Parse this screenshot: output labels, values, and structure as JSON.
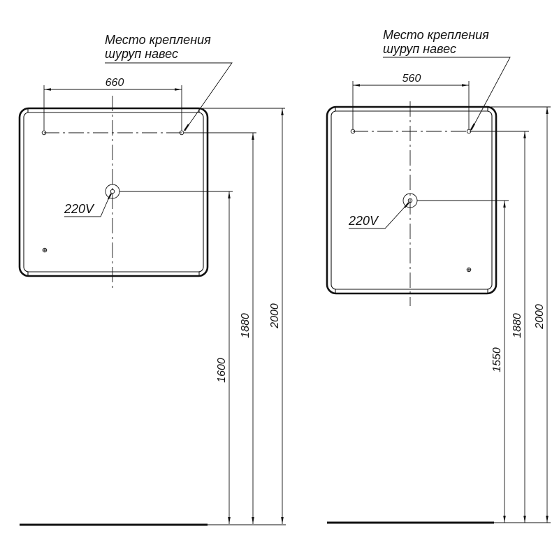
{
  "drawings": [
    {
      "id": "left",
      "mount_label_line1": "Место крепления",
      "mount_label_line2": "шуруп навес",
      "hole_spacing": "660",
      "socket_label": "220V",
      "socket_height": "1600",
      "mount_height": "1880",
      "top_height": "2000"
    },
    {
      "id": "right",
      "mount_label_line1": "Место крепления",
      "mount_label_line2": "шуруп навес",
      "hole_spacing": "560",
      "socket_label": "220V",
      "socket_height": "1550",
      "mount_height": "1880",
      "top_height": "2000"
    }
  ],
  "colors": {
    "line": "#111111",
    "background": "#ffffff"
  }
}
